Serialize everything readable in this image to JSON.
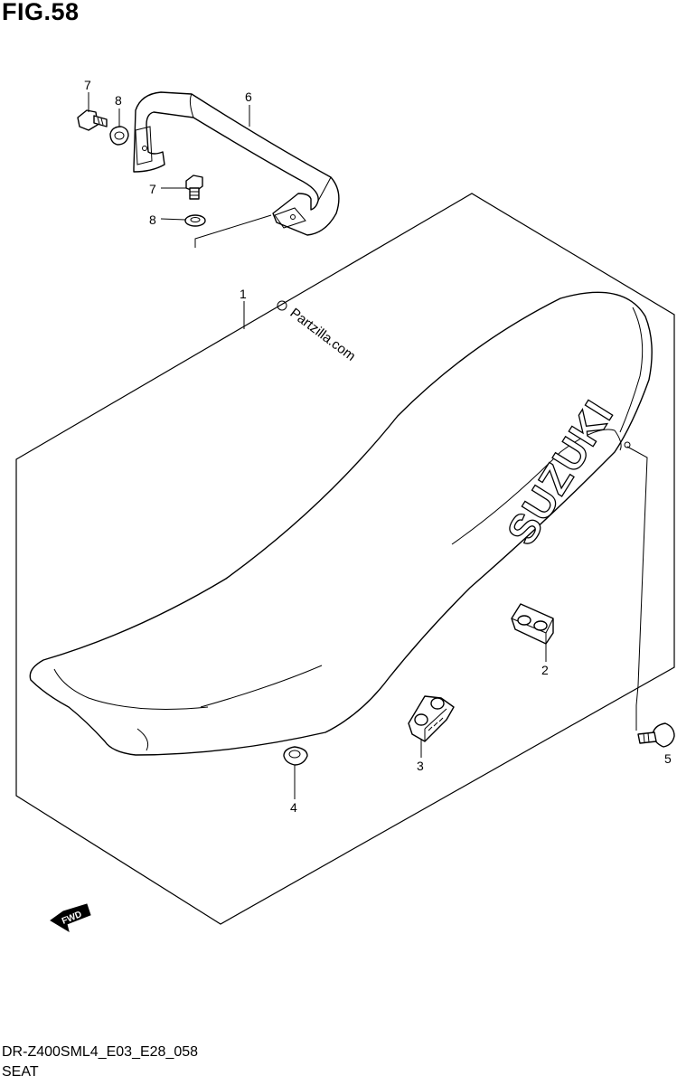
{
  "figure": {
    "title": "FIG.58"
  },
  "footer": {
    "model_code": "DR-Z400SML4_E03_E28_058",
    "section_name": "SEAT"
  },
  "watermark": {
    "text": "Partzilla.com"
  },
  "seat_brand": {
    "text": "SUZUKI"
  },
  "fwd_arrow": {
    "label": "FWD"
  },
  "callouts": {
    "seat": "1",
    "cushion_2": "2",
    "cushion_3": "3",
    "clip": "4",
    "seat_bolt": "5",
    "strap": "6",
    "strap_bolt_top": "7",
    "strap_washer_top": "8",
    "strap_bolt_lower": "7",
    "strap_washer_lower": "8"
  }
}
